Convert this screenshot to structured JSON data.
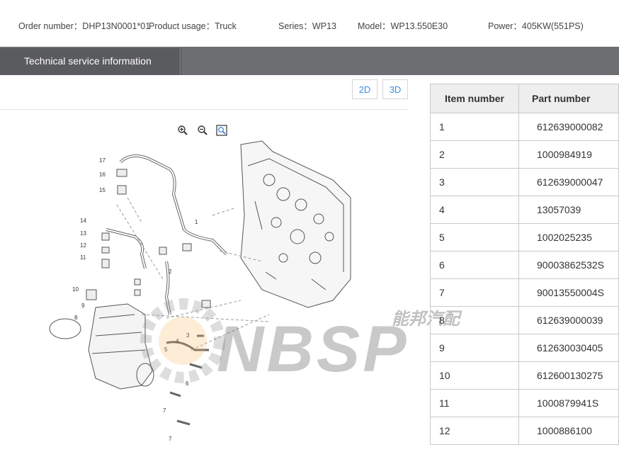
{
  "header": {
    "order_number": "Order number：DHP13N0001*01",
    "product_usage": "Product usage：Truck",
    "series": "Series：WP13",
    "model": "Model：WP13.550E30",
    "power": "Power：405KW(551PS)"
  },
  "tab": {
    "label": "Technical service information"
  },
  "viewer": {
    "btn_2d": "2D",
    "btn_3d": "3D",
    "icons": [
      "zoom-in-icon",
      "zoom-out-icon",
      "fit-view-icon"
    ],
    "callouts": [
      "17",
      "16",
      "15",
      "14",
      "13",
      "12",
      "11",
      "10",
      "9",
      "8",
      "1",
      "2",
      "3",
      "4",
      "5",
      "6",
      "7",
      "7"
    ],
    "watermark_cn": "能邦汽配",
    "watermark_en": "NBSP"
  },
  "table": {
    "headers": [
      "Item number",
      "Part number"
    ],
    "rows": [
      [
        "1",
        "612639000082"
      ],
      [
        "2",
        "1000984919"
      ],
      [
        "3",
        "612639000047"
      ],
      [
        "4",
        "13057039"
      ],
      [
        "5",
        "1002025235"
      ],
      [
        "6",
        "90003862532S"
      ],
      [
        "7",
        "90013550004S"
      ],
      [
        "8",
        "612639000039"
      ],
      [
        "9",
        "612630030405"
      ],
      [
        "10",
        "612600130275"
      ],
      [
        "11",
        "1000879941S"
      ],
      [
        "12",
        "1000886100"
      ]
    ]
  }
}
